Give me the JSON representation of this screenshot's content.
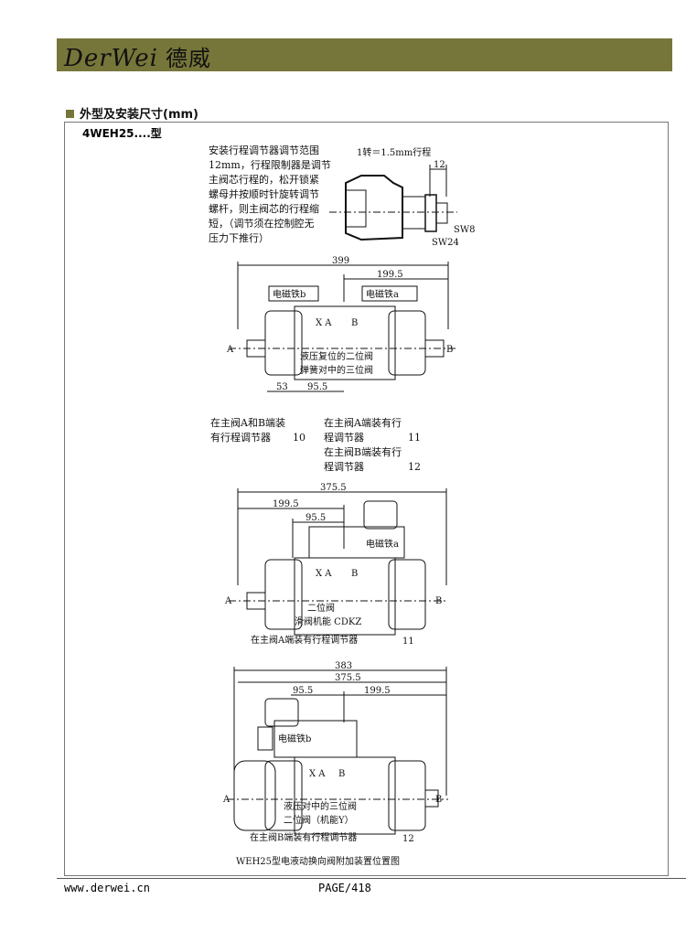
{
  "header": {
    "logo_latin": "DerWei",
    "logo_cn": "德威"
  },
  "section_title": "外型及安装尺寸(mm)",
  "model": "4WEH25....型",
  "note": {
    "lines": [
      "安装行程调节器调节范围",
      "12mm，行程限制器是调节",
      "主阀芯行程的，松开锁紧",
      "螺母并按顺时针旋转调节",
      "螺杆，则主阀芯的行程缩",
      "短，（调节须在控制腔无",
      "压力下推行）"
    ],
    "turn": "1转＝1.5mm行程",
    "dim12": "12",
    "sw8": "SW8",
    "sw24": "SW24"
  },
  "fig1": {
    "d399": "399",
    "d1995": "199.5",
    "sol_b": "电磁铁b",
    "sol_a": "电磁铁a",
    "xa": "X A",
    "b": "B",
    "text1": "液压复位的二位阀",
    "text2": "弹簧对中的三位阀",
    "d53": "53",
    "d955": "95.5",
    "A": "A",
    "B": "B"
  },
  "options": [
    {
      "l1": "在主阀A和B端装",
      "l2": "有行程调节器",
      "num": "10"
    },
    {
      "l1": "在主阀A端装有行",
      "l2": "程调节器",
      "num": "11"
    },
    {
      "l1": "在主阀B端装有行",
      "l2": "程调节器",
      "num": "12"
    }
  ],
  "fig2": {
    "d3755": "375.5",
    "d1995": "199.5",
    "d955": "95.5",
    "sol": "电磁铁a",
    "xa": "X A",
    "b": "B",
    "text1": "二位阀",
    "text2": "滑阀机能 CDKZ",
    "A": "A",
    "B": "B",
    "caption": "在主阀A端装有行程调节器",
    "num": "11"
  },
  "fig3": {
    "d383": "383",
    "d3755": "375.5",
    "d955": "95.5",
    "d1995": "199.5",
    "sol": "电磁铁b",
    "xa": "X A",
    "b": "B",
    "text1": "液压对中的三位阀",
    "text2": "二位阀（机能Y）",
    "A": "A",
    "B": "B",
    "caption": "在主阀B端装有行程调节器",
    "num": "12"
  },
  "figure_caption": "WEH25型电液动换向阀附加装置位置图",
  "footer": {
    "url": "www.derwei.cn",
    "page": "PAGE/418"
  }
}
